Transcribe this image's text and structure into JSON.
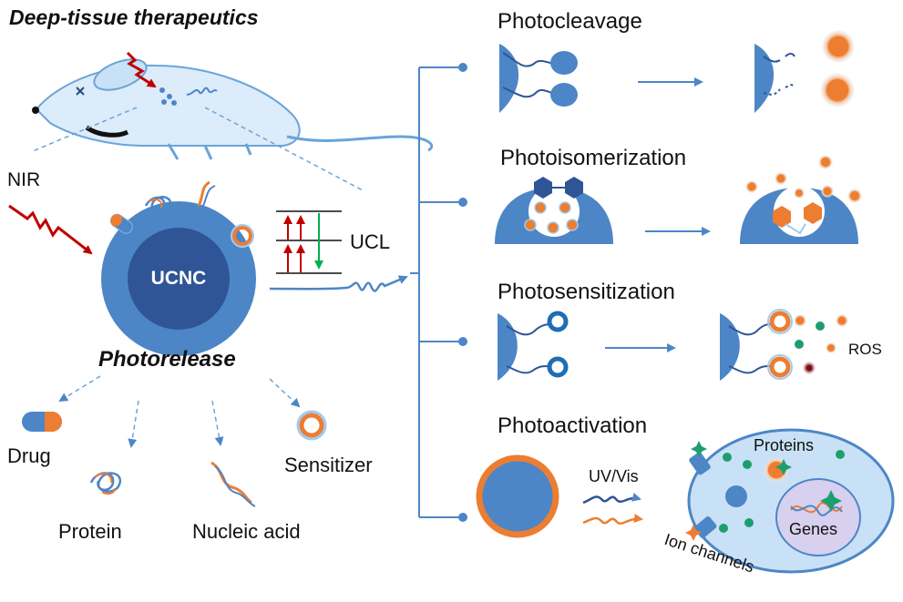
{
  "title": "Deep-tissue therapeutics",
  "nir_label": "NIR",
  "core_label": "UCNC",
  "ucl_label": "UCL",
  "release_label": "Photorelease",
  "cargo": {
    "drug": "Drug",
    "protein": "Protein",
    "nucleic_acid": "Nucleic acid",
    "sensitizer": "Sensitizer"
  },
  "categories": {
    "photocleavage": "Photocleavage",
    "photoisomerization": "Photoisomerization",
    "photosensitization": "Photosensitization",
    "photoactivation": "Photoactivation"
  },
  "ros_label": "ROS",
  "uvvis_label": "UV/Vis",
  "cell": {
    "proteins": "Proteins",
    "genes": "Genes",
    "ion_channels": "Ion channels"
  },
  "colors": {
    "blue": "#4d86c6",
    "light_blue": "#9fcbef",
    "pale_blue": "#dcecfa",
    "dark_blue": "#3f6da8",
    "orange": "#ed7d31",
    "red": "#c00000",
    "green": "#00b050",
    "navy": "#1f4e79",
    "teal": "#1f9e6d"
  }
}
